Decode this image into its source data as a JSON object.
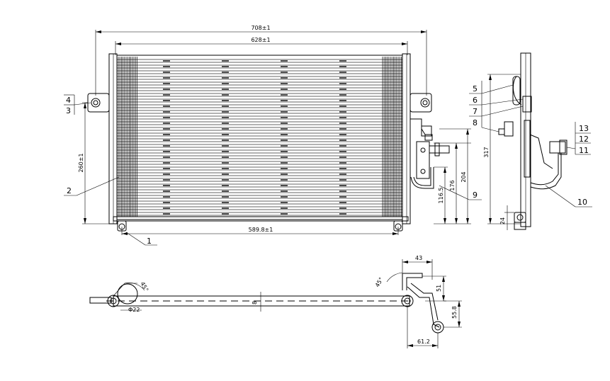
{
  "drawing": {
    "dimensions": {
      "overall_width": "708±1",
      "core_width": "628±1",
      "height_left": "260±1",
      "bottom_width": "589.8±1",
      "right_h1": "116.5",
      "right_h2": "176",
      "right_h3": "204",
      "side_height": "317",
      "side_small": "24",
      "bottom_diameter": "Φ22",
      "bottom_angle_left": "45°",
      "bottom_angle_right": "45°",
      "bottom_d1": "43",
      "bottom_d2": "51",
      "bottom_d3": "55.8",
      "bottom_d4": "61.2",
      "bottom_mid": "8"
    },
    "callouts": {
      "c1": "1",
      "c2": "2",
      "c3": "3",
      "c4": "4",
      "c5": "5",
      "c6": "6",
      "c7": "7",
      "c8": "8",
      "c9": "9",
      "c10": "10",
      "c11": "11",
      "c12": "12",
      "c13": "13"
    }
  }
}
